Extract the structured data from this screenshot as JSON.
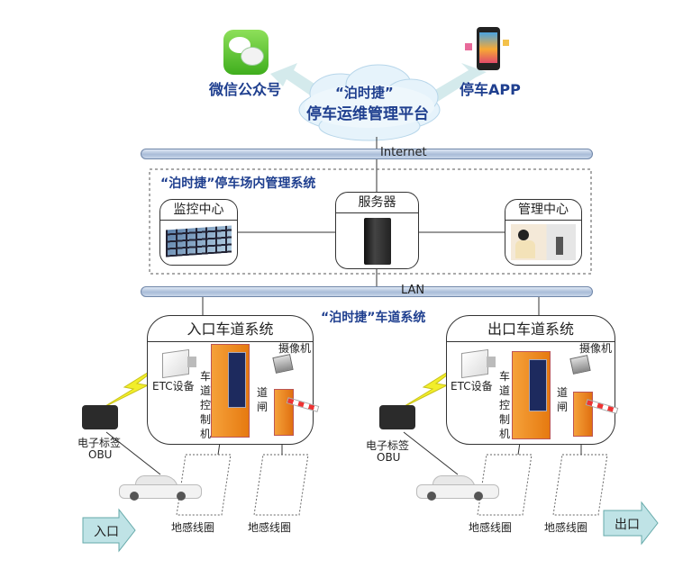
{
  "cloud": {
    "brand": "“泊时捷”",
    "title": "停车运维管理平台"
  },
  "clients": {
    "wechat": "微信公众号",
    "app": "停车APP"
  },
  "networks": {
    "internet": "Internet",
    "lan": "LAN"
  },
  "management_system": {
    "title": "“泊时捷”停车场内管理系统",
    "monitor": "监控中心",
    "server": "服务器",
    "admin": "管理中心"
  },
  "lane_system_title": "“泊时捷”车道系统",
  "entry_lane": {
    "title": "入口车道系统",
    "camera": "摄像机",
    "etc": "ETC设备",
    "controller": "车道控制机",
    "barrier": "道闸",
    "obu_line1": "电子标签",
    "obu_line2": "OBU",
    "loop1": "地感线圈",
    "loop2": "地感线圈",
    "direction": "入口"
  },
  "exit_lane": {
    "title": "出口车道系统",
    "camera": "摄像机",
    "etc": "ETC设备",
    "controller": "车道控制机",
    "barrier": "道闸",
    "obu_line1": "电子标签",
    "obu_line2": "OBU",
    "loop1": "地感线圈",
    "loop2": "地感线圈",
    "direction": "出口"
  },
  "colors": {
    "title_blue": "#1f3f8f",
    "bus_blue": "#a9bcd8",
    "arrow_teal": "#bfe3e6",
    "cabinet_orange": "#f08c1a",
    "lightning_yellow": "#f2ee2a"
  }
}
